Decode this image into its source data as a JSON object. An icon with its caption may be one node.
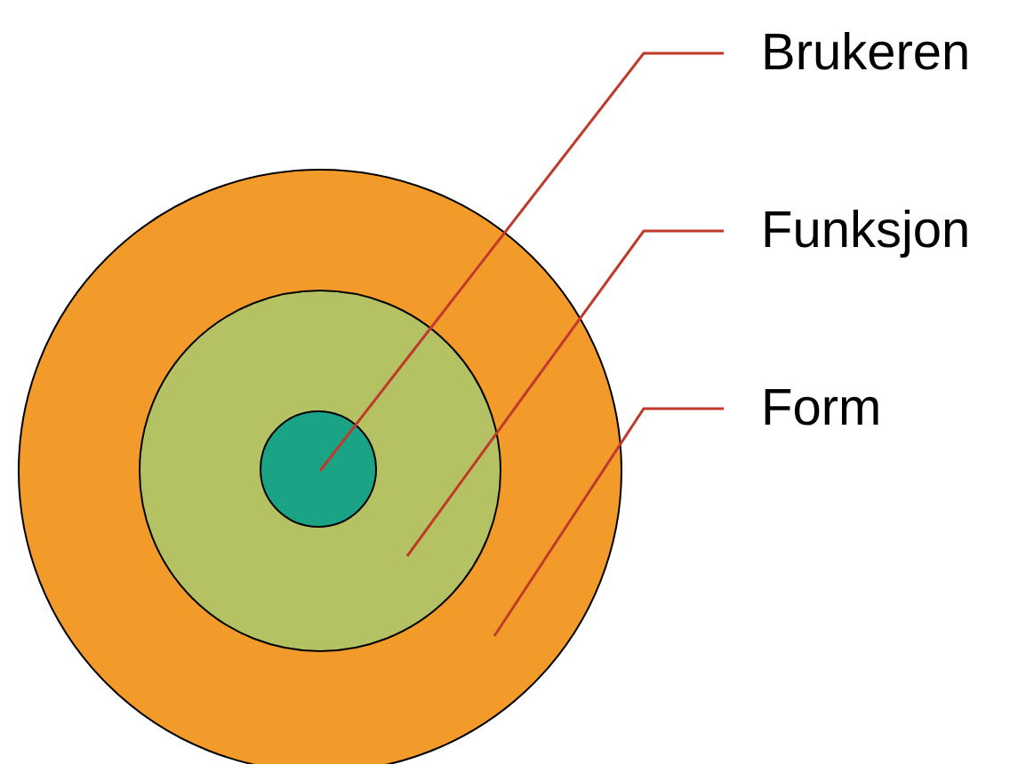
{
  "diagram": {
    "nodes": [
      {
        "text": [],
        "shape": "circle"
      },
      {
        "text": [],
        "shape": "circle",
        "in": 0
      },
      {
        "text": [],
        "shape": "circle",
        "in": 1
      },
      {
        "text": [
          "Brukeren"
        ]
      },
      {
        "text": [
          "Funksjon"
        ]
      },
      {
        "text": [
          "Form"
        ]
      }
    ],
    "edges": [
      {
        "from": 3,
        "to": 2,
        "arrow": "none"
      },
      {
        "from": 4,
        "to": 1,
        "arrow": "none"
      },
      {
        "from": 5,
        "to": 0,
        "arrow": "none"
      }
    ]
  }
}
